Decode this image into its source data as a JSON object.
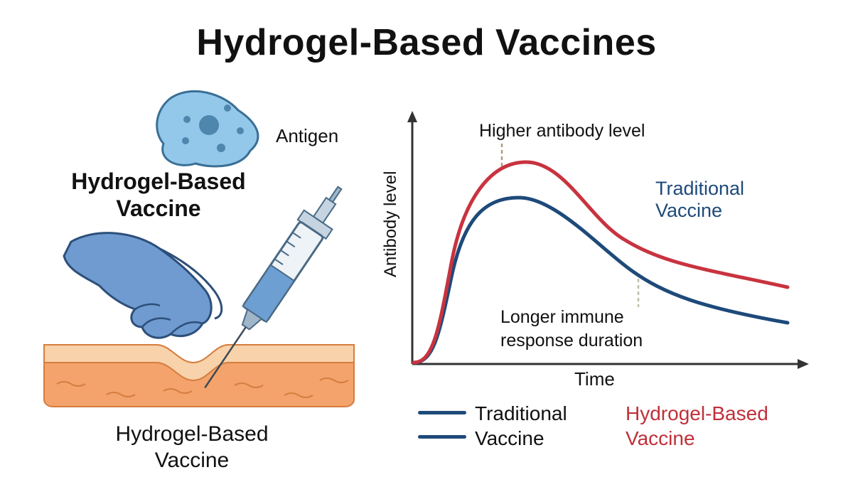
{
  "title": "Hydrogel-Based Vaccines",
  "illustration": {
    "antigen_label": "Antigen",
    "heading_line1": "Hydrogel-Based",
    "heading_line2": "Vaccine",
    "caption_line1": "Hydrogel-Based",
    "caption_line2": "Vaccine",
    "icons": [
      "antigen-icon",
      "gloved-hand-icon",
      "syringe-icon",
      "skin-layers-icon"
    ]
  },
  "graph": {
    "ylabel": "Antibody level",
    "xlabel": "Time",
    "annotation_peak": "Higher antibody level",
    "annotation_duration_line1": "Longer immune",
    "annotation_duration_line2": "response duration",
    "traditional_label_line1": "Traditional",
    "traditional_label_line2": "Vaccine"
  },
  "legend": {
    "traditional_line1": "Traditional",
    "traditional_line2": "Vaccine",
    "hydrogel_line1": "Hydrogel-Based",
    "hydrogel_line2": "Vaccine"
  },
  "colors": {
    "hydrogel_curve": "#c8333f",
    "traditional_curve": "#1e4a7a",
    "glove": "#6f9bd0",
    "antigen": "#8ec4e8",
    "skin": "#f3a36b"
  }
}
